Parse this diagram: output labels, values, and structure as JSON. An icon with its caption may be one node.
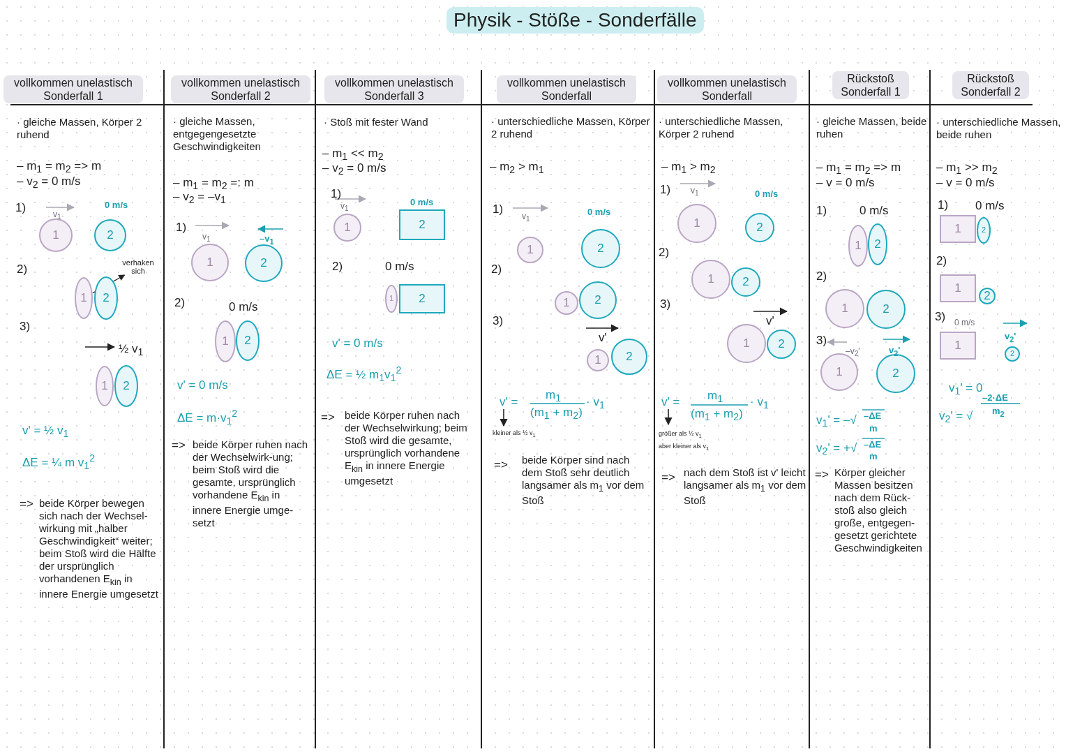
{
  "diagram": {
    "title": "Physik - Stöße - Sonderfälle",
    "nodes": [
      {
        "text": [
          "1"
        ]
      },
      {
        "text": [
          "2"
        ]
      },
      {
        "text": [
          "1"
        ]
      },
      {
        "text": [
          "2"
        ]
      },
      {
        "text": [
          "verhaken sich"
        ]
      },
      {
        "text": [
          "1"
        ]
      },
      {
        "text": [
          "2"
        ]
      },
      {
        "text": [
          "1"
        ]
      },
      {
        "text": [
          "2"
        ]
      },
      {
        "text": [
          "1"
        ]
      },
      {
        "text": [
          "2"
        ]
      },
      {
        "text": [
          "1"
        ]
      },
      {
        "text": [
          "2"
        ]
      },
      {
        "text": [
          "1"
        ]
      },
      {
        "text": [
          "2"
        ]
      },
      {
        "text": [
          "1"
        ]
      },
      {
        "text": [
          "2"
        ]
      },
      {
        "text": [
          "1"
        ]
      },
      {
        "text": [
          "2"
        ]
      },
      {
        "text": [
          "1"
        ]
      },
      {
        "text": [
          "2"
        ]
      },
      {
        "text": [
          "1"
        ]
      },
      {
        "text": [
          "2"
        ]
      },
      {
        "text": [
          "1"
        ]
      },
      {
        "text": [
          "2"
        ]
      },
      {
        "text": [
          "1"
        ]
      },
      {
        "text": [
          "2"
        ]
      },
      {
        "text": [
          "1"
        ]
      },
      {
        "text": [
          "2"
        ]
      },
      {
        "text": [
          "1"
        ]
      },
      {
        "text": [
          "2"
        ]
      },
      {
        "text": [
          "1"
        ]
      },
      {
        "text": [
          "2"
        ]
      },
      {
        "text": [
          "1"
        ]
      },
      {
        "text": [
          "2"
        ]
      },
      {
        "text": [
          "1"
        ]
      },
      {
        "text": [
          "2"
        ]
      },
      {
        "text": [
          "1"
        ]
      },
      {
        "text": [
          "2"
        ]
      }
    ],
    "edges": [
      {
        "from": 2,
        "to": 4,
        "arrow": "to"
      }
    ],
    "labels": [
      "vollkommen unelastisch Sonderfall 1",
      "· gleiche Massen, Körper 2 ruhend",
      "– m$_{1}$ = m$_{2}$ => m",
      "– v$_{2}$ = 0 m/s",
      "1)",
      "v$_{1}$",
      "0 m/s",
      "2)",
      "3)",
      "½ v$_{1}$",
      "v' = ½ v$_{1}$",
      "ΔE = ¼ m v$_{1}$$^{2}$",
      "=>",
      "beide Körper bewegen sich nach der Wechsel-wirkung mit „halber Geschwindigkeit“ weiter; beim Stoß wird die Hälfte der ursprünglich vorhandenen E$_{kin}$ in innere Energie umgesetzt",
      "vollkommen unelastisch Sonderfall 2",
      "· gleiche Massen, entgegengesetzte Geschwindigkeiten",
      "– m$_{1}$ = m$_{2}$ =: m",
      "– v$_{2}$ = –v$_{1}$",
      "1)",
      "v$_{1}$",
      "–v$_{1}$",
      "2)",
      "0 m/s",
      "v' = 0 m/s",
      "ΔE = m·v$_{1}$$^{2}$",
      "=>",
      "beide Körper ruhen nach der Wechselwirk-ung; beim Stoß wird die gesamte, ursprünglich vorhandene E$_{kin}$ in innere Energie umge-setzt",
      "vollkommen unelastisch Sonderfall 3",
      "· Stoß mit fester Wand",
      "– m$_{1}$ << m$_{2}$",
      "– v$_{2}$ = 0 m/s",
      "1)",
      "v$_{1}$",
      "0 m/s",
      "2)",
      "0 m/s",
      "v' = 0 m/s",
      "ΔE = ½ m$_{1}$v$_{1}$$^{2}$",
      "=>",
      "beide Körper ruhen nach der Wechselwirkung; beim Stoß wird die gesamte, ursprünglich vorhandene E$_{kin}$ in innere Energie umgesetzt",
      "vollkommen unelastisch Sonderfall",
      "· unterschiedliche Massen, Körper 2 ruhend",
      "– m$_{2}$ > m$_{1}$",
      "1)",
      "v$_{1}$",
      "0 m/s",
      "2)",
      "3)",
      "v'",
      "v' =",
      "m$_{1}$",
      "(m$_{1}$ + m$_{2}$)",
      "· v$_{1}$",
      "kleiner als ½ v$_{1}$",
      "=>",
      "beide Körper sind nach dem Stoß sehr deutlich langsamer als m$_{1}$ vor dem Stoß",
      "vollkommen unelastisch Sonderfall",
      "· unterschiedliche Massen, Körper 2 ruhend",
      "– m$_{1}$ > m$_{2}$",
      "1)",
      "v$_{1}$",
      "0 m/s",
      "2)",
      "3)",
      "v'",
      "v' =",
      "m$_{1}$",
      "(m$_{1}$ + m$_{2}$)",
      "· v$_{1}$",
      "größer als ½ v$_{1}$",
      "aber kleiner als v$_{1}$",
      "=>",
      "nach dem Stoß ist v' leicht langsamer als m$_{1}$ vor dem Stoß",
      "Rückstoß Sonderfall 1",
      "· gleiche Massen, beide ruhen",
      "– m$_{1}$ = m$_{2}$ => m",
      "– v = 0 m/s",
      "1)",
      "0 m/s",
      "2)",
      "3)",
      "–v$_{2}$'",
      "v$_{2}$'",
      "v$_{1}$' = –√",
      "–ΔE",
      "m",
      "v$_{2}$' = +√",
      "–ΔE",
      "m",
      "=>",
      "Körper gleicher Massen besitzen nach dem Rück-stoß also gleich große, entgegen-gesetzt gerichtete Geschwindigkeiten",
      "Rückstoß Sonderfall 2",
      "· unterschiedliche Massen, beide ruhen",
      "– m$_{1}$ >> m$_{2}$",
      "– v = 0 m/s",
      "1)",
      "0 m/s",
      "2)",
      "3)",
      "0 m/s",
      "v$_{2}$'",
      "v$_{1}$' = 0",
      "v$_{2}$' = √",
      "–2·ΔE",
      "m$_{2}$"
    ]
  }
}
